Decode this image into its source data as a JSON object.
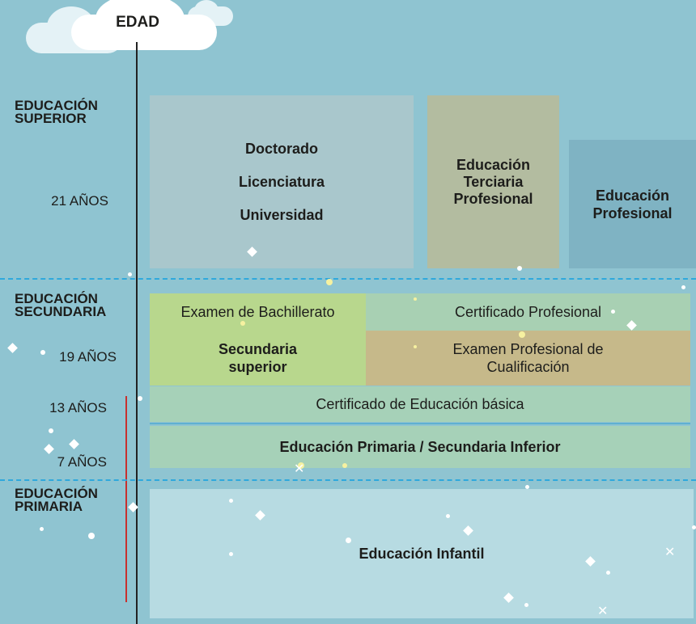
{
  "axis_title": "EDAD",
  "levels": {
    "superior": "EDUCACIÓN SUPERIOR",
    "secundaria": "EDUCACIÓN SECUNDARIA",
    "primaria": "EDUCACIÓN PRIMARIA"
  },
  "ages": {
    "a21": "21 AÑOS",
    "a19": "19 AÑOS",
    "a13": "13 AÑOS",
    "a7": "7 AÑOS"
  },
  "boxes": {
    "doctorado": "Doctorado",
    "licenciatura": "Licenciatura",
    "universidad": "Universidad",
    "terciaria": "Educación Terciaria Profesional",
    "profesional": "Educación Profesional",
    "bachillerato_exam": "Examen de Bachillerato",
    "certificado_profesional": "Certificado Profesional",
    "secundaria_superior": "Secundaria superior",
    "examen_cualificacion": "Examen Profesional de Cualificación",
    "certificado_basica": "Certificado de Educación básica",
    "primaria_secundaria_inferior": "Educación Primaria / Secundaria Inferior",
    "infantil": "Educación Infantil"
  },
  "colors": {
    "background": "#8fc4d1",
    "university": "#a9c7cc",
    "tertiary": "#b3bca0",
    "professional": "#7fb3c3",
    "green_light": "#b8d78d",
    "green_pale": "#a8d0b3",
    "tan": "#c6b98a",
    "basic": "#a6d1b8",
    "infantil": "#b7dbe2",
    "dashed_line": "#2fa8dc",
    "red_bar": "#c8302e"
  }
}
